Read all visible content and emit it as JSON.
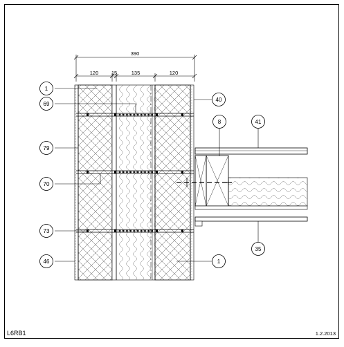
{
  "sheet": {
    "code": "L6RB1",
    "date": "1.2.2013"
  },
  "dimensions": {
    "total": "390",
    "segments": [
      "120",
      "15",
      "135",
      "120"
    ]
  },
  "callouts": {
    "left": [
      "1",
      "69",
      "79",
      "70",
      "73",
      "46"
    ],
    "right": [
      "40",
      "8",
      "41",
      "35",
      "1"
    ]
  }
}
